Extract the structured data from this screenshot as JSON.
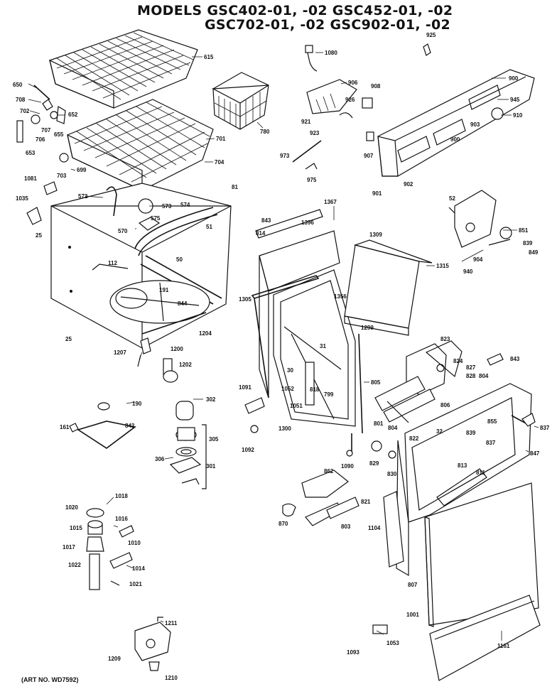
{
  "header": {
    "line1": "MODELS  GSC402-01, -02  GSC452-01, -02",
    "line2": "GSC702-01, -02  GSC902-01, -02"
  },
  "art_number": "(ART NO. WD7592)",
  "parts": {
    "p615": "615",
    "p650": "650",
    "p708": "708",
    "p702": "702",
    "p652": "652",
    "p707": "707",
    "p706": "706",
    "p655": "655",
    "p653": "653",
    "p701": "701",
    "p703": "703",
    "p699": "699",
    "p704": "704",
    "p780": "780",
    "p1080": "1080",
    "p906": "906",
    "p908": "908",
    "p926": "926",
    "p921": "921",
    "p923": "923",
    "p973": "973",
    "p975": "975",
    "p925": "925",
    "p900a": "900",
    "p900b": "900",
    "p945": "945",
    "p903": "903",
    "p910": "910",
    "p907": "907",
    "p901": "901",
    "p902": "902",
    "p1081": "1081",
    "p1035": "1035",
    "p25a": "25",
    "p572": "572",
    "p573": "573",
    "p574": "574",
    "p81": "81",
    "p843": "843",
    "p814": "814",
    "p1367": "1367",
    "p1396": "1396",
    "p1309": "1309",
    "p1315": "1315",
    "p52": "52",
    "p851": "851",
    "p839": "839",
    "p849": "849",
    "p904": "904",
    "p940": "940",
    "p570": "570",
    "p575": "575",
    "p51": "51",
    "p50": "50",
    "p112": "112",
    "p191": "191",
    "p844": "844",
    "p25b": "25",
    "p1207": "1207",
    "p1200": "1200",
    "p1202": "1202",
    "p1204": "1204",
    "p1305": "1305",
    "p1356": "1356",
    "p1299": "1299",
    "p31": "31",
    "p30": "30",
    "p1052": "1052",
    "p818": "818",
    "p799": "799",
    "p805": "805",
    "p1091": "1091",
    "p1051": "1051",
    "p1300": "1300",
    "p1092": "1092",
    "p823": "823",
    "p824": "824",
    "p828": "828",
    "p827": "827",
    "p804a": "804",
    "p843b": "843",
    "p801": "801",
    "p804b": "804",
    "p806": "806",
    "p855": "855",
    "p837": "837",
    "p822": "822",
    "p32": "32",
    "p839b": "839",
    "p837b": "837",
    "p847": "847",
    "p829": "829",
    "p830": "830",
    "p813": "813",
    "p811": "811",
    "p190": "190",
    "p161": "161",
    "p842": "842",
    "p302": "302",
    "p305": "305",
    "p306": "306",
    "p301": "301",
    "p862": "862",
    "p870": "870",
    "p803": "803",
    "p1090": "1090",
    "p821": "821",
    "p1104": "1104",
    "p807": "807",
    "p1001": "1001",
    "p1018": "1018",
    "p1020": "1020",
    "p1016": "1016",
    "p1015": "1015",
    "p1010": "1010",
    "p1017": "1017",
    "p1022": "1022",
    "p1014": "1014",
    "p1021": "1021",
    "p1211": "1211",
    "p1209": "1209",
    "p1210": "1210",
    "p1053": "1053",
    "p1093": "1093",
    "p1161": "1161"
  }
}
